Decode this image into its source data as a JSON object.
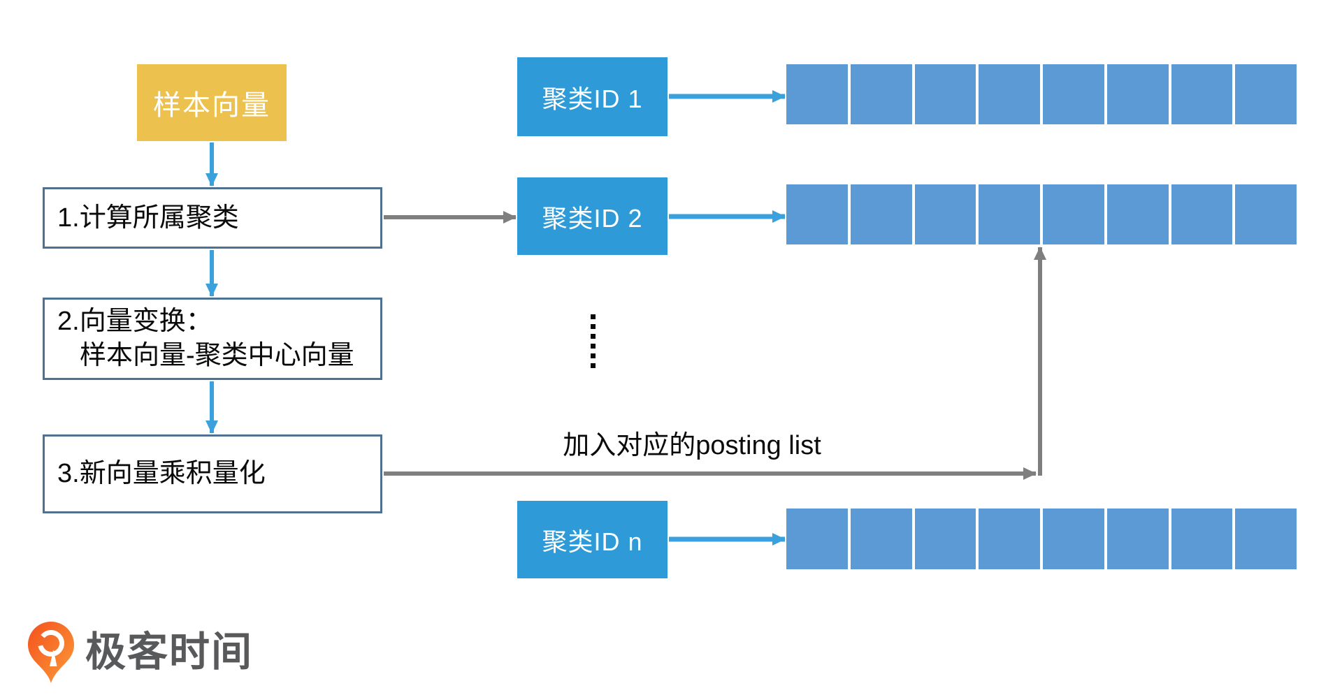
{
  "flow": {
    "start_label": "样本向量",
    "steps": [
      {
        "lines": [
          "1.计算所属聚类"
        ]
      },
      {
        "lines": [
          "2.向量变换：",
          "样本向量-聚类中心向量"
        ]
      },
      {
        "lines": [
          "3.新向量乘积量化"
        ]
      }
    ]
  },
  "clusters": {
    "items": [
      {
        "label": "聚类ID 1",
        "cells": 8
      },
      {
        "label": "聚类ID 2",
        "cells": 8
      },
      {
        "label": "聚类ID n",
        "cells": 8
      }
    ],
    "ellipsis_dots": 6
  },
  "annotations": {
    "posting_label": "加入对应的posting list"
  },
  "branding": {
    "logo_text": "极客时间"
  },
  "colors": {
    "accent_blue": "#2e9bd8",
    "cell_blue": "#5b9ad5",
    "arrow_blue": "#3ba1dc",
    "arrow_gray": "#7f7f7f",
    "flow_yellow": "#ecc14d",
    "box_border_blue": "#4e7191",
    "logo_orange_start": "#f4511e",
    "logo_orange_end": "#fb9b38",
    "logo_text_gray": "#58595b"
  }
}
